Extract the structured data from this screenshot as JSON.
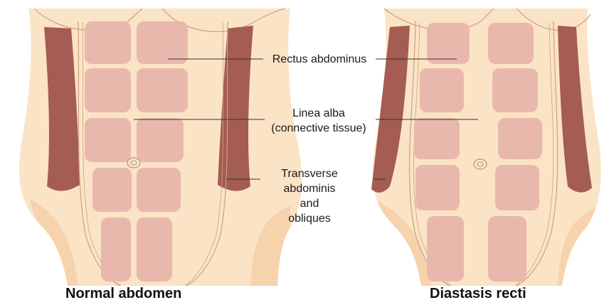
{
  "labels": {
    "rectus": "Rectus abdominus",
    "linea_line1": "Linea alba",
    "linea_line2": "(connective tissue)",
    "transverse_line1": "Transverse",
    "transverse_line2": "abdominis",
    "transverse_line3": "and",
    "transverse_line4": "obliques"
  },
  "captions": {
    "left": "Normal abdomen",
    "right": "Diastasis recti"
  },
  "colors": {
    "skin": "#fbe3c6",
    "skin_shade": "#f6d3ad",
    "muscle_light": "#e9b8ad",
    "oblique_dark": "#a55c52",
    "outline": "#caa27f",
    "leader": "#333333"
  },
  "icons": {
    "navel": "navel-icon"
  }
}
